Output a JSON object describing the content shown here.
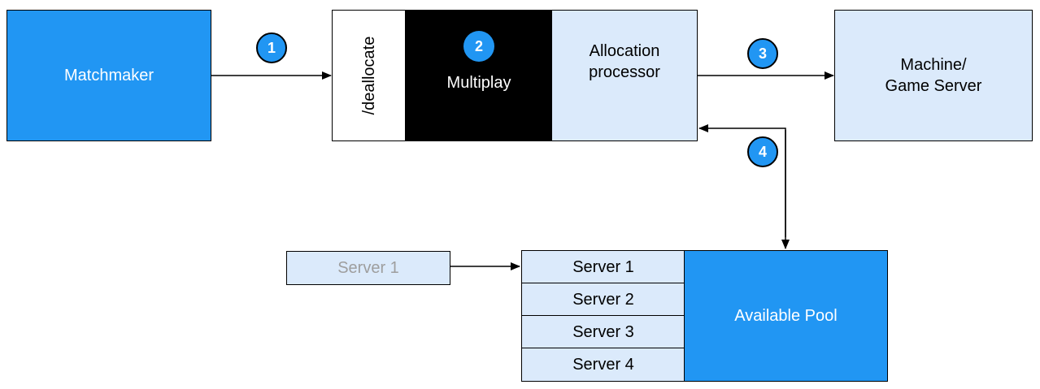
{
  "nodes": {
    "matchmaker": "Matchmaker",
    "deallocate": "/deallocate",
    "multiplay": "Multiplay",
    "allocation_processor": "Allocation\nprocessor",
    "machine_game_server": "Machine/\nGame Server",
    "incoming_server": "Server 1",
    "pool_servers": [
      "Server 1",
      "Server 2",
      "Server 3",
      "Server 4"
    ],
    "available_pool": "Available Pool"
  },
  "steps": [
    "1",
    "2",
    "3",
    "4"
  ],
  "colors": {
    "accent_blue": "#2196f3",
    "light_blue": "#dbeafb",
    "black": "#000000",
    "muted_text": "#9e9e9e"
  }
}
